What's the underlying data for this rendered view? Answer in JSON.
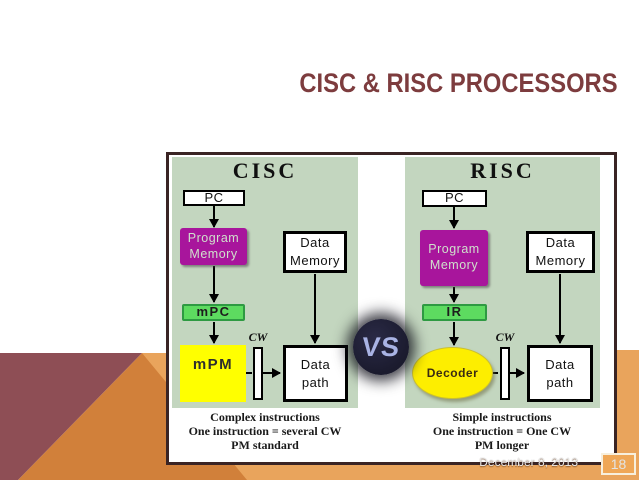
{
  "theme": {
    "title_color": "#7d3c3e",
    "maroon_bg": "#8e4e55",
    "orange_dark": "#d1803a",
    "orange_light": "#e9a45c",
    "panel_green": "#c3d6bf",
    "magenta": "#a8159c",
    "magenta_text": "#cfe0cc",
    "bright_green": "#5ddb60",
    "green_border": "#2e9a42",
    "yellow": "#ffff00",
    "decoder_yellow": "#fdee00",
    "diagram_border": "#3a2424",
    "vs_circle": "#1b1b2e",
    "vs_text": "#a9b3e4",
    "footer_text": "#e9e9e9",
    "badge_bg": "#efa757",
    "badge_border": "#f7efdd"
  },
  "title": "CISC & RISC PROCESSORS",
  "vs_badge": "VS",
  "cisc": {
    "heading": "CISC",
    "pc_label": "PC",
    "program_memory_line1": "Program",
    "program_memory_line2": "Memory",
    "mpc_label": "mPC",
    "mpm_label": "mPM",
    "cw_label": "CW",
    "data_memory_line1": "Data",
    "data_memory_line2": "Memory",
    "data_path_line1": "Data",
    "data_path_line2": "path",
    "caption_line1": "Complex instructions",
    "caption_line2": "One instruction = several CW",
    "caption_line3": "PM standard"
  },
  "risc": {
    "heading": "RISC",
    "pc_label": "PC",
    "program_memory_line1": "Program",
    "program_memory_line2": "Memory",
    "ir_label": "IR",
    "decoder_label": "Decoder",
    "cw_label": "CW",
    "data_memory_line1": "Data",
    "data_memory_line2": "Memory",
    "data_path_line1": "Data",
    "data_path_line2": "path",
    "caption_line1": "Simple instructions",
    "caption_line2": "One instruction = One CW",
    "caption_line3": "PM longer"
  },
  "footer": {
    "date": "December 8, 2013",
    "page_number": "18"
  }
}
